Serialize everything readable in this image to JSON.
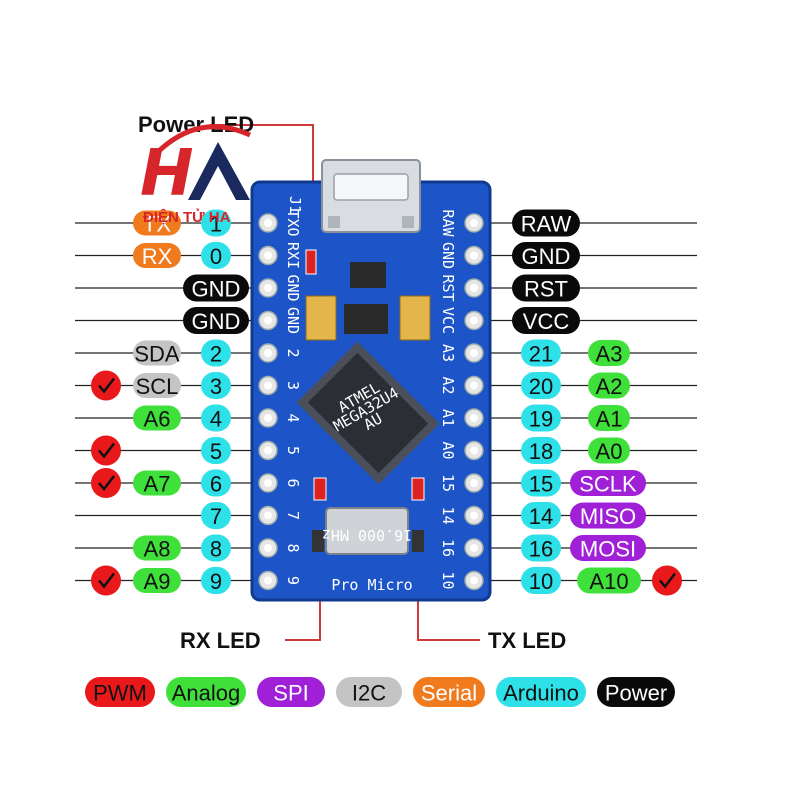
{
  "logo": {
    "text": "ĐIỆN TỬ HA",
    "mark": "HA"
  },
  "callouts": {
    "power_led": "Power LED",
    "rx_led": "RX  LED",
    "tx_led": "TX  LED"
  },
  "board": {
    "name": "Pro Micro",
    "header": "J1",
    "chip_text": [
      "ATMEL",
      "MEGA32U4",
      "AU"
    ],
    "crystal": "16.000 MHz",
    "left_silk": [
      "TXO",
      "RXI",
      "GND",
      "GND",
      "2",
      "3",
      "4",
      "5",
      "6",
      "7",
      "8",
      "9"
    ],
    "right_silk": [
      "RAW",
      "GND",
      "RST",
      "VCC",
      "A3",
      "A2",
      "A1",
      "A0",
      "15",
      "14",
      "16",
      "10"
    ]
  },
  "left_pins": [
    {
      "num": "1",
      "labels": [
        {
          "text": "TX",
          "type": "Serial"
        }
      ]
    },
    {
      "num": "0",
      "labels": [
        {
          "text": "RX",
          "type": "Serial"
        }
      ]
    },
    {
      "num": "",
      "labels": [
        {
          "text": "GND",
          "type": "Power"
        }
      ]
    },
    {
      "num": "",
      "labels": [
        {
          "text": "GND",
          "type": "Power"
        }
      ]
    },
    {
      "num": "2",
      "labels": [
        {
          "text": "SDA",
          "type": "I2C"
        }
      ]
    },
    {
      "num": "3",
      "pwm": true,
      "labels": [
        {
          "text": "SCL",
          "type": "I2C"
        }
      ]
    },
    {
      "num": "4",
      "labels": [
        {
          "text": "A6",
          "type": "Analog"
        }
      ]
    },
    {
      "num": "5",
      "pwm": true,
      "labels": []
    },
    {
      "num": "6",
      "pwm": true,
      "labels": [
        {
          "text": "A7",
          "type": "Analog"
        }
      ]
    },
    {
      "num": "7",
      "labels": []
    },
    {
      "num": "8",
      "labels": [
        {
          "text": "A8",
          "type": "Analog"
        }
      ]
    },
    {
      "num": "9",
      "pwm": true,
      "labels": [
        {
          "text": "A9",
          "type": "Analog"
        }
      ]
    }
  ],
  "right_pins": [
    {
      "num": "",
      "labels": [
        {
          "text": "RAW",
          "type": "Power"
        }
      ]
    },
    {
      "num": "",
      "labels": [
        {
          "text": "GND",
          "type": "Power"
        }
      ]
    },
    {
      "num": "",
      "labels": [
        {
          "text": "RST",
          "type": "Power"
        }
      ]
    },
    {
      "num": "",
      "labels": [
        {
          "text": "VCC",
          "type": "Power"
        }
      ]
    },
    {
      "num": "21",
      "labels": [
        {
          "text": "A3",
          "type": "Analog"
        }
      ]
    },
    {
      "num": "20",
      "labels": [
        {
          "text": "A2",
          "type": "Analog"
        }
      ]
    },
    {
      "num": "19",
      "labels": [
        {
          "text": "A1",
          "type": "Analog"
        }
      ]
    },
    {
      "num": "18",
      "labels": [
        {
          "text": "A0",
          "type": "Analog"
        }
      ]
    },
    {
      "num": "15",
      "labels": [
        {
          "text": "SCLK",
          "type": "SPI"
        }
      ]
    },
    {
      "num": "14",
      "labels": [
        {
          "text": "MISO",
          "type": "SPI"
        }
      ]
    },
    {
      "num": "16",
      "labels": [
        {
          "text": "MOSI",
          "type": "SPI"
        }
      ]
    },
    {
      "num": "10",
      "pwm": true,
      "labels": [
        {
          "text": "A10",
          "type": "Analog"
        }
      ]
    }
  ],
  "legend": [
    {
      "text": "PWM",
      "type": "PWM"
    },
    {
      "text": "Analog",
      "type": "Analog"
    },
    {
      "text": "SPI",
      "type": "SPI"
    },
    {
      "text": "I2C",
      "type": "I2C"
    },
    {
      "text": "Serial",
      "type": "Serial"
    },
    {
      "text": "Arduino",
      "type": "Arduino"
    },
    {
      "text": "Power",
      "type": "Power"
    }
  ],
  "colors": {
    "PWM": {
      "fill": "#e8181b",
      "text": "#111111"
    },
    "Analog": {
      "fill": "#3fe03a",
      "text": "#111111"
    },
    "SPI": {
      "fill": "#a020d8",
      "text": "#ffffff"
    },
    "I2C": {
      "fill": "#c4c4c4",
      "text": "#111111"
    },
    "Serial": {
      "fill": "#f07a1e",
      "text": "#ffffff"
    },
    "Arduino": {
      "fill": "#2ee0e8",
      "text": "#111111"
    },
    "Power": {
      "fill": "#0a0a0a",
      "text": "#ffffff"
    },
    "board": "#1d55c8",
    "logo_red": "#d7262b",
    "logo_navy": "#1b2a5e"
  }
}
